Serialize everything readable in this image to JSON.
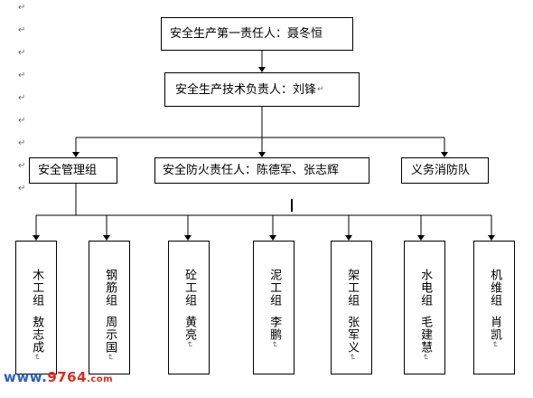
{
  "paragraph_mark": "↵",
  "top_boxes": [
    {
      "label": "安全生产第一责任人：聂冬恒"
    },
    {
      "label": "安全生产技术负责人：刘锋"
    }
  ],
  "mid_boxes": [
    {
      "label": "安全管理组"
    },
    {
      "label": "安全防火责任人：陈德军、张志辉"
    },
    {
      "label": "义务消防队"
    }
  ],
  "groups": [
    {
      "team": "木工组",
      "person": "敖志成"
    },
    {
      "team": "钢筋组",
      "person": "周示国"
    },
    {
      "team": "砼工组",
      "person": "黄亮"
    },
    {
      "team": "泥工组",
      "person": "李鹏"
    },
    {
      "team": "架工组",
      "person": "张军义"
    },
    {
      "team": "水电组",
      "person": "毛建慧"
    },
    {
      "team": "机维组",
      "person": "肖凯"
    }
  ],
  "watermark": {
    "part1": "www.",
    "part2": "9764",
    "part3": ".com"
  },
  "colors": {
    "line": "#000000",
    "para_mark": "#6b6b6b",
    "watermark_blue": "#2a63b7",
    "watermark_red": "#e02a1e"
  }
}
